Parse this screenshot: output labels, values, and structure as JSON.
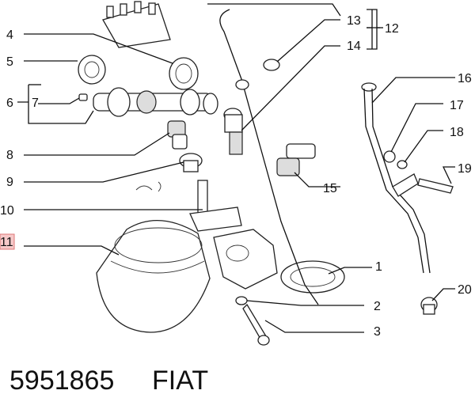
{
  "caption": {
    "part_number": "5951865",
    "brand": "FIAT"
  },
  "labels": {
    "l1": "1",
    "l2": "2",
    "l3": "3",
    "l4": "4",
    "l5": "5",
    "l6": "6",
    "l7": "7",
    "l8": "8",
    "l9": "9",
    "l10": "10",
    "l11": "11",
    "l12": "12",
    "l13": "13",
    "l14": "14",
    "l15": "15",
    "l16": "16",
    "l17": "17",
    "l18": "18",
    "l19": "19",
    "l20": "20"
  },
  "highlighted_label": "11"
}
